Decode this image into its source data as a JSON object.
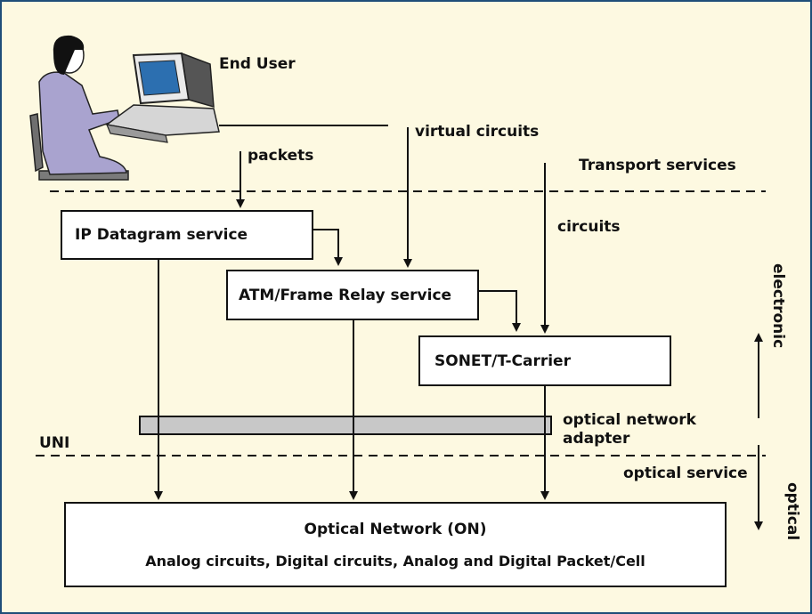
{
  "labels": {
    "end_user": "End User",
    "virtual_circuits": "virtual circuits",
    "packets": "packets",
    "transport_services": "Transport services",
    "circuits": "circuits",
    "electronic": "electronic",
    "optical_network_adapter_line1": "optical network",
    "optical_network_adapter_line2": "adapter",
    "uni": "UNI",
    "optical_service": "optical service",
    "optical": "optical"
  },
  "boxes": {
    "ip": "IP Datagram service",
    "atm": "ATM/Frame Relay service",
    "sonet": "SONET/T-Carrier",
    "on_title": "Optical Network (ON)",
    "on_subtitle": "Analog circuits, Digital circuits,  Analog and Digital Packet/Cell"
  },
  "colors": {
    "background": "#fdf9e1",
    "frame": "#1f4e79",
    "line": "#111111",
    "adapter_fill": "#c8c8c8",
    "user_clothing": "#a9a3cf",
    "user_hair": "#111111",
    "monitor_screen": "#2c6fb0"
  },
  "icons": {
    "end_user": "person-at-computer-icon"
  }
}
